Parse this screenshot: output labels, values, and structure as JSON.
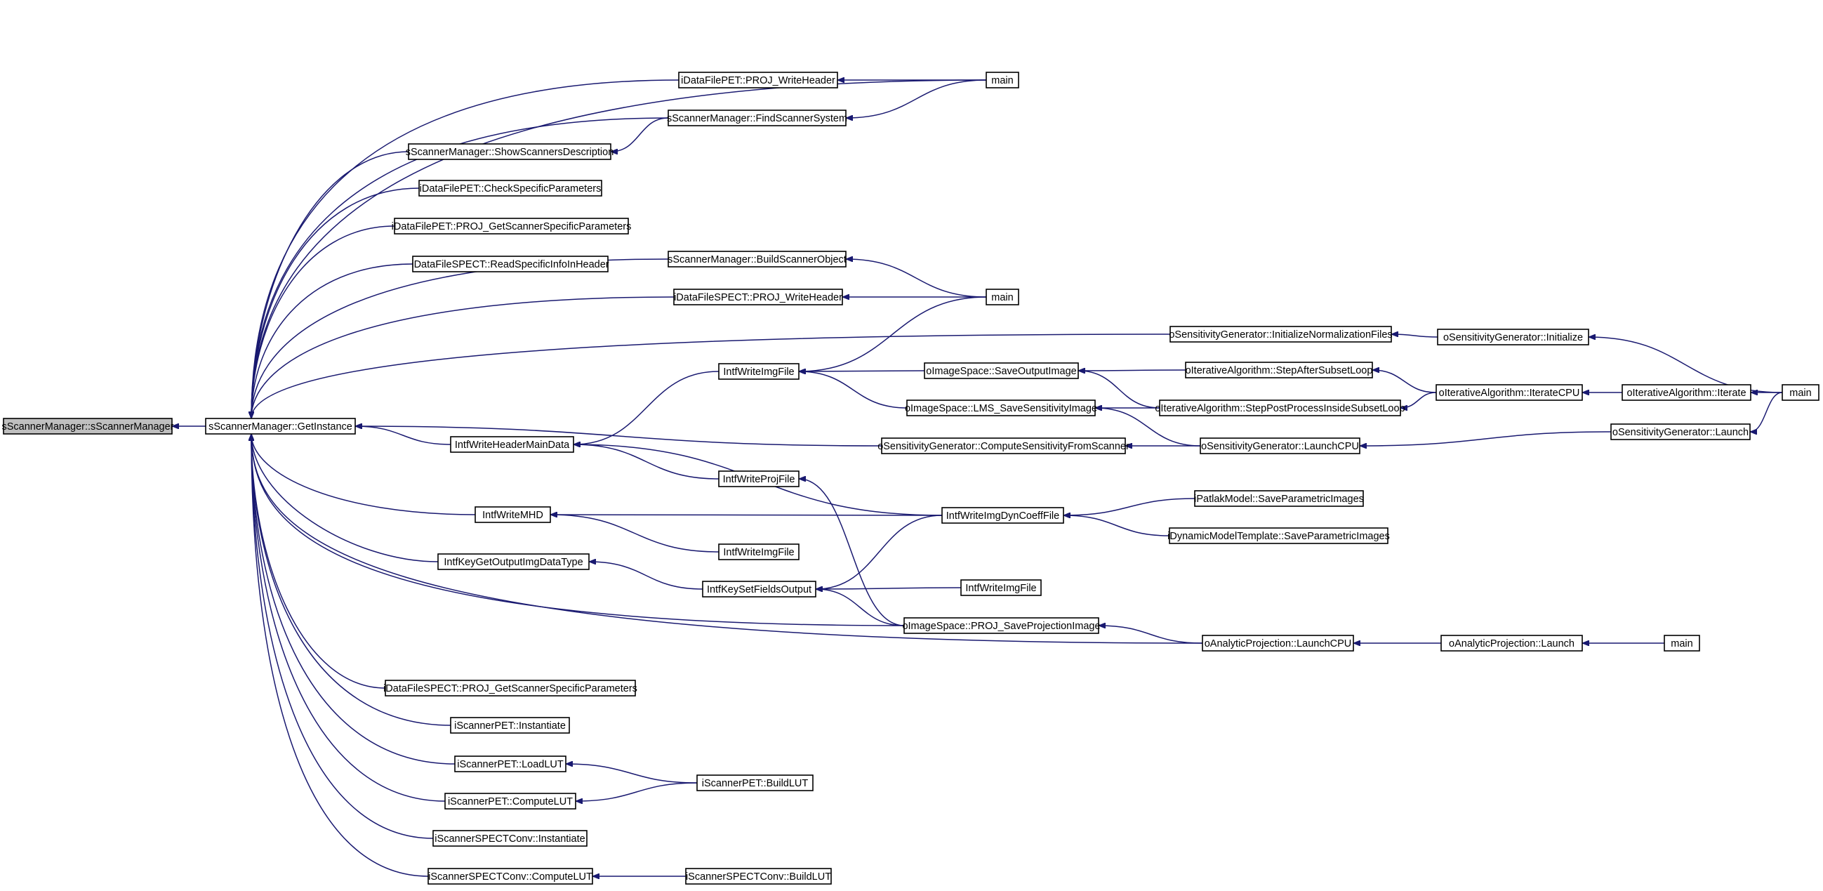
{
  "nodes": [
    {
      "id": "root",
      "label": "sScannerManager::sScannerManager",
      "root": true
    },
    {
      "id": "getinst",
      "label": "sScannerManager::GetInstance"
    },
    {
      "id": "pet_writeheader",
      "label": "iDataFilePET::PROJ_WriteHeader"
    },
    {
      "id": "main1",
      "label": "main"
    },
    {
      "id": "findscanner",
      "label": "sScannerManager::FindScannerSystem"
    },
    {
      "id": "showdesc",
      "label": "sScannerManager::ShowScannersDescription"
    },
    {
      "id": "pet_checkspec",
      "label": "iDataFilePET::CheckSpecificParameters"
    },
    {
      "id": "pet_getscanspec",
      "label": "iDataFilePET::PROJ_GetScannerSpecificParameters"
    },
    {
      "id": "spect_readspec",
      "label": "iDataFileSPECT::ReadSpecificInfoInHeader"
    },
    {
      "id": "buildscanner",
      "label": "sScannerManager::BuildScannerObject"
    },
    {
      "id": "spect_writeheader",
      "label": "iDataFileSPECT::PROJ_WriteHeader"
    },
    {
      "id": "main2",
      "label": "main"
    },
    {
      "id": "sens_initnorm",
      "label": "oSensitivityGenerator::InitializeNormalizationFiles"
    },
    {
      "id": "sens_init",
      "label": "oSensitivityGenerator::Initialize"
    },
    {
      "id": "writeimgfile1",
      "label": "IntfWriteImgFile"
    },
    {
      "id": "saveoutput",
      "label": "oImageSpace::SaveOutputImage"
    },
    {
      "id": "stepafter",
      "label": "oIterativeAlgorithm::StepAfterSubsetLoop"
    },
    {
      "id": "iteratecpu",
      "label": "oIterativeAlgorithm::IterateCPU"
    },
    {
      "id": "iterate",
      "label": "oIterativeAlgorithm::Iterate"
    },
    {
      "id": "main3",
      "label": "main"
    },
    {
      "id": "lmssave",
      "label": "oImageSpace::LMS_SaveSensitivityImage"
    },
    {
      "id": "steppost",
      "label": "oIterativeAlgorithm::StepPostProcessInsideSubsetLoop"
    },
    {
      "id": "writeheadermain",
      "label": "IntfWriteHeaderMainData"
    },
    {
      "id": "computesens",
      "label": "oSensitivityGenerator::ComputeSensitivityFromScanner"
    },
    {
      "id": "sens_launchcpu",
      "label": "oSensitivityGenerator::LaunchCPU"
    },
    {
      "id": "sens_launch",
      "label": "oSensitivityGenerator::Launch"
    },
    {
      "id": "writeprojfile",
      "label": "IntfWriteProjFile"
    },
    {
      "id": "writemhd",
      "label": "IntfWriteMHD"
    },
    {
      "id": "writedyncoeff",
      "label": "IntfWriteImgDynCoeffFile"
    },
    {
      "id": "patlak",
      "label": "iPatlakModel::SaveParametricImages"
    },
    {
      "id": "dyntemplate",
      "label": "iDynamicModelTemplate::SaveParametricImages"
    },
    {
      "id": "writeimgfile2",
      "label": "IntfWriteImgFile"
    },
    {
      "id": "keygetoutput",
      "label": "IntfKeyGetOutputImgDataType"
    },
    {
      "id": "keysetfields",
      "label": "IntfKeySetFieldsOutput"
    },
    {
      "id": "writeimgfile3",
      "label": "IntfWriteImgFile"
    },
    {
      "id": "projsave",
      "label": "oImageSpace::PROJ_SaveProjectionImage"
    },
    {
      "id": "anproj_launchcpu",
      "label": "oAnalyticProjection::LaunchCPU"
    },
    {
      "id": "anproj_launch",
      "label": "oAnalyticProjection::Launch"
    },
    {
      "id": "main4",
      "label": "main"
    },
    {
      "id": "spect_getscanspec",
      "label": "iDataFileSPECT::PROJ_GetScannerSpecificParameters"
    },
    {
      "id": "pet_instantiate",
      "label": "iScannerPET::Instantiate"
    },
    {
      "id": "pet_loadlut",
      "label": "iScannerPET::LoadLUT"
    },
    {
      "id": "pet_buildlut",
      "label": "iScannerPET::BuildLUT"
    },
    {
      "id": "pet_computelut",
      "label": "iScannerPET::ComputeLUT"
    },
    {
      "id": "spectconv_instantiate",
      "label": "iScannerSPECTConv::Instantiate"
    },
    {
      "id": "spectconv_computelut",
      "label": "iScannerSPECTConv::ComputeLUT"
    },
    {
      "id": "spectconv_buildlut",
      "label": "iScannerSPECTConv::BuildLUT"
    }
  ],
  "edges": [
    {
      "from": "getinst",
      "to": "root"
    },
    {
      "from": "pet_writeheader",
      "to": "getinst"
    },
    {
      "from": "main1",
      "to": "getinst"
    },
    {
      "from": "main1",
      "to": "pet_writeheader"
    },
    {
      "from": "main1",
      "to": "findscanner"
    },
    {
      "from": "findscanner",
      "to": "getinst"
    },
    {
      "from": "findscanner",
      "to": "showdesc"
    },
    {
      "from": "showdesc",
      "to": "getinst"
    },
    {
      "from": "pet_checkspec",
      "to": "getinst"
    },
    {
      "from": "pet_getscanspec",
      "to": "getinst"
    },
    {
      "from": "spect_readspec",
      "to": "getinst"
    },
    {
      "from": "buildscanner",
      "to": "getinst"
    },
    {
      "from": "main2",
      "to": "buildscanner"
    },
    {
      "from": "spect_writeheader",
      "to": "getinst"
    },
    {
      "from": "main2",
      "to": "spect_writeheader"
    },
    {
      "from": "sens_initnorm",
      "to": "getinst"
    },
    {
      "from": "sens_init",
      "to": "sens_initnorm"
    },
    {
      "from": "main3",
      "to": "sens_init"
    },
    {
      "from": "writeheadermain",
      "to": "getinst"
    },
    {
      "from": "writeimgfile1",
      "to": "writeheadermain"
    },
    {
      "from": "main2",
      "to": "writeimgfile1"
    },
    {
      "from": "saveoutput",
      "to": "writeimgfile1"
    },
    {
      "from": "lmssave",
      "to": "writeimgfile1"
    },
    {
      "from": "stepafter",
      "to": "saveoutput"
    },
    {
      "from": "steppost",
      "to": "saveoutput"
    },
    {
      "from": "iteratecpu",
      "to": "stepafter"
    },
    {
      "from": "iteratecpu",
      "to": "steppost"
    },
    {
      "from": "iterate",
      "to": "iteratecpu"
    },
    {
      "from": "main3",
      "to": "iterate"
    },
    {
      "from": "steppost",
      "to": "lmssave"
    },
    {
      "from": "sens_launchcpu",
      "to": "lmssave"
    },
    {
      "from": "computesens",
      "to": "getinst"
    },
    {
      "from": "sens_launchcpu",
      "to": "computesens"
    },
    {
      "from": "sens_launch",
      "to": "sens_launchcpu"
    },
    {
      "from": "main3",
      "to": "sens_launch"
    },
    {
      "from": "writeprojfile",
      "to": "writeheadermain"
    },
    {
      "from": "writedyncoeff",
      "to": "writeheadermain"
    },
    {
      "from": "projsave",
      "to": "writeprojfile"
    },
    {
      "from": "writemhd",
      "to": "getinst"
    },
    {
      "from": "writedyncoeff",
      "to": "writemhd"
    },
    {
      "from": "writeimgfile2",
      "to": "writemhd"
    },
    {
      "from": "patlak",
      "to": "writedyncoeff"
    },
    {
      "from": "dyntemplate",
      "to": "writedyncoeff"
    },
    {
      "from": "keygetoutput",
      "to": "getinst"
    },
    {
      "from": "keysetfields",
      "to": "keygetoutput"
    },
    {
      "from": "writedyncoeff",
      "to": "keysetfields"
    },
    {
      "from": "writeimgfile3",
      "to": "keysetfields"
    },
    {
      "from": "projsave",
      "to": "keysetfields"
    },
    {
      "from": "projsave",
      "to": "getinst"
    },
    {
      "from": "anproj_launchcpu",
      "to": "projsave"
    },
    {
      "from": "anproj_launchcpu",
      "to": "getinst"
    },
    {
      "from": "anproj_launch",
      "to": "anproj_launchcpu"
    },
    {
      "from": "main4",
      "to": "anproj_launch"
    },
    {
      "from": "spect_getscanspec",
      "to": "getinst"
    },
    {
      "from": "pet_instantiate",
      "to": "getinst"
    },
    {
      "from": "pet_loadlut",
      "to": "getinst"
    },
    {
      "from": "pet_buildlut",
      "to": "pet_loadlut"
    },
    {
      "from": "pet_computelut",
      "to": "getinst"
    },
    {
      "from": "pet_buildlut",
      "to": "pet_computelut"
    },
    {
      "from": "spectconv_instantiate",
      "to": "getinst"
    },
    {
      "from": "spectconv_computelut",
      "to": "getinst"
    },
    {
      "from": "spectconv_buildlut",
      "to": "spectconv_computelut"
    }
  ],
  "colors": {
    "edge": "#191970",
    "node_border": "#000000",
    "root_fill": "#bfbfbf",
    "node_fill": "#ffffff"
  }
}
